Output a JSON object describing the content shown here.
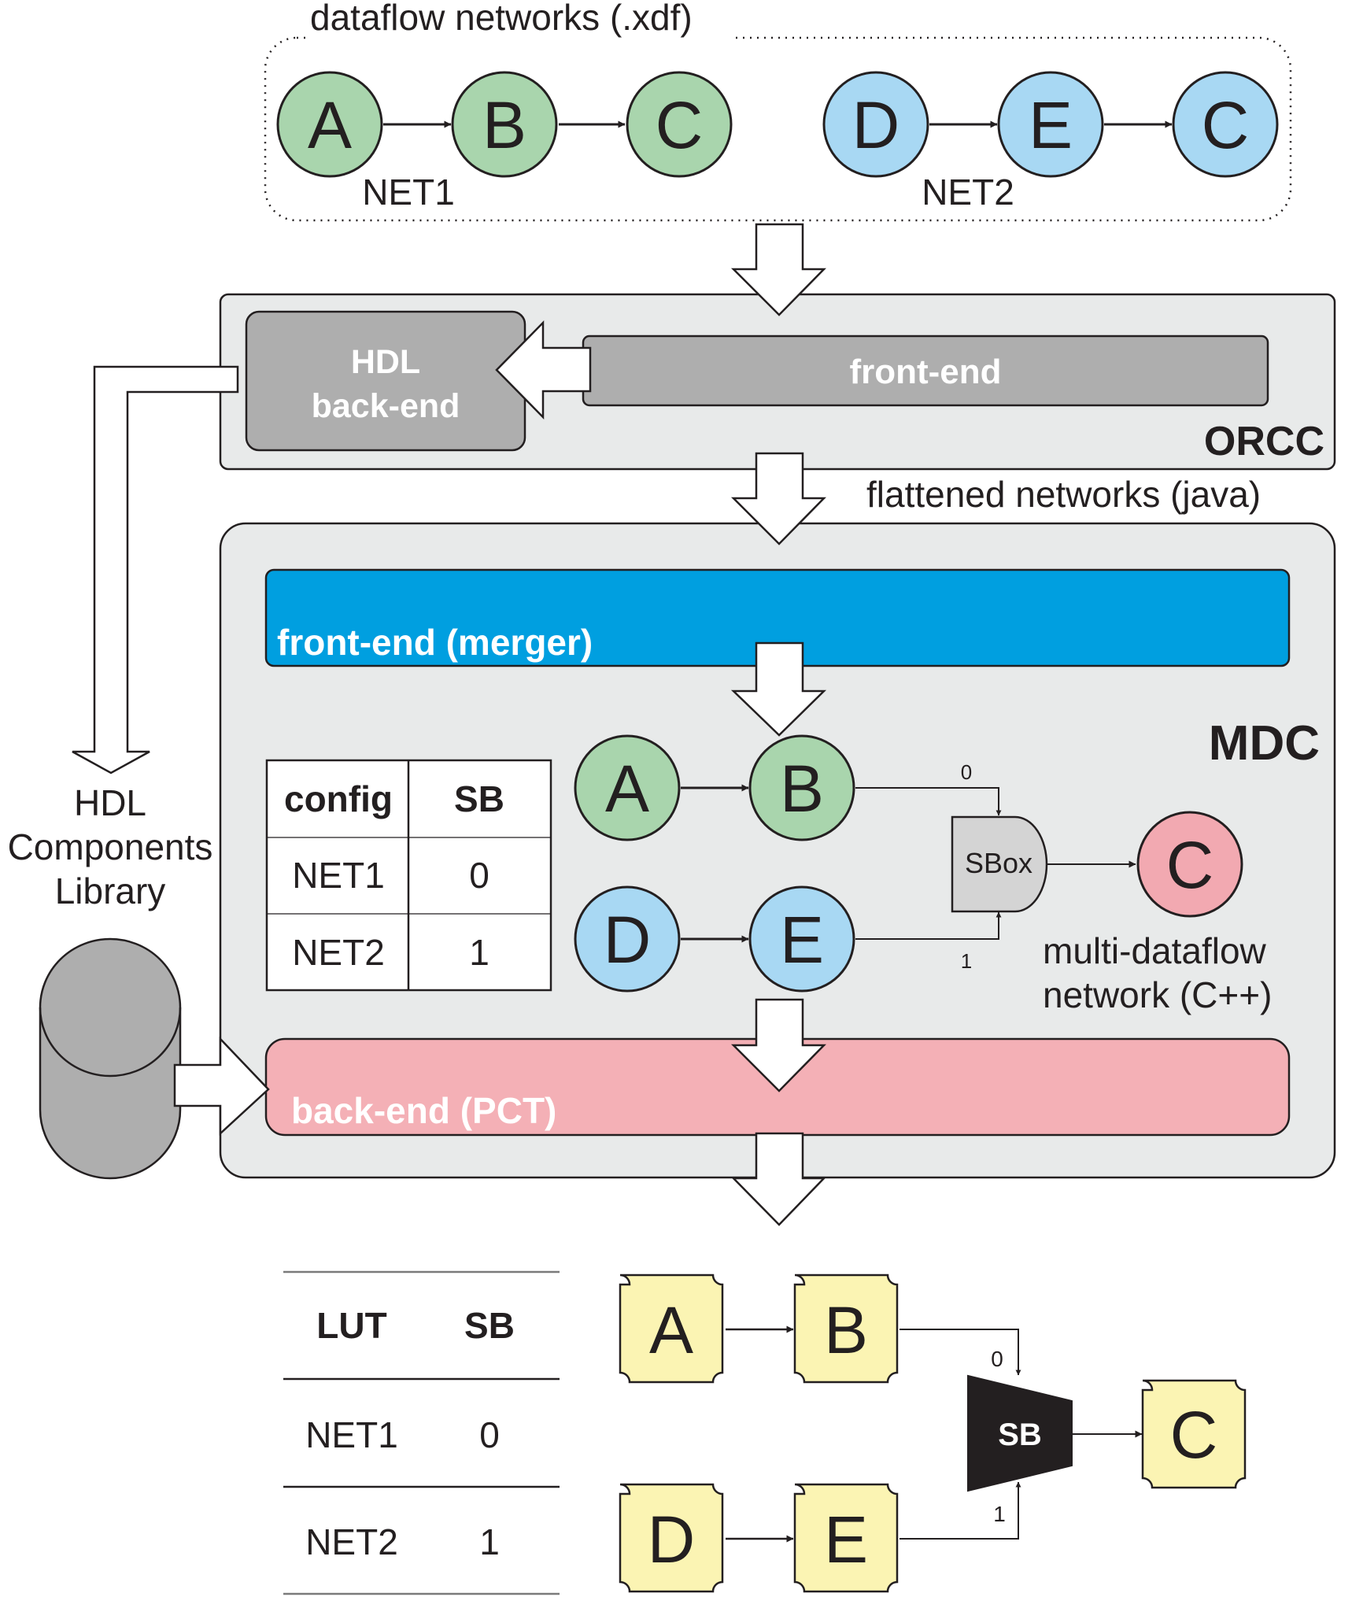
{
  "top": {
    "title": "dataflow networks (.xdf)",
    "net1": {
      "nodes": [
        "A",
        "B",
        "C"
      ],
      "label": "NET1"
    },
    "net2": {
      "nodes": [
        "D",
        "E",
        "C"
      ],
      "label": "NET2"
    }
  },
  "orcc": {
    "label": "ORCC",
    "hdl_backend": [
      "HDL",
      "back-end"
    ],
    "frontend": "front-end"
  },
  "flattened_label": "flattened networks (java)",
  "hdl_library": [
    "HDL",
    "Components",
    "Library"
  ],
  "mdc": {
    "label": "MDC",
    "frontend": "front-end (merger)",
    "backend": "back-end (PCT)",
    "table": {
      "headers": [
        "config",
        "SB"
      ],
      "rows": [
        [
          "NET1",
          "0"
        ],
        [
          "NET2",
          "1"
        ]
      ]
    },
    "nodes": {
      "a": "A",
      "b": "B",
      "d": "D",
      "e": "E",
      "c": "C"
    },
    "sbox": "SBox",
    "port0": "0",
    "port1": "1",
    "multi_label": [
      "multi-dataflow",
      "network (C++)"
    ]
  },
  "bottom": {
    "table": {
      "headers": [
        "LUT",
        "SB"
      ],
      "rows": [
        [
          "NET1",
          "0"
        ],
        [
          "NET2",
          "1"
        ]
      ]
    },
    "nodes": {
      "a": "A",
      "b": "B",
      "d": "D",
      "e": "E",
      "c": "C"
    },
    "sb": "SB",
    "port0": "0",
    "port1": "1"
  },
  "colors": {
    "green": "#a9d5ad",
    "blue": "#a8d8f3",
    "pink": "#f2a9b1",
    "yellow": "#fbf4b3",
    "panel": "#e8eaea",
    "dark_box": "#aeaeae",
    "merger": "#009fe0",
    "pct": "#f4b0b6",
    "black": "#231f20"
  }
}
